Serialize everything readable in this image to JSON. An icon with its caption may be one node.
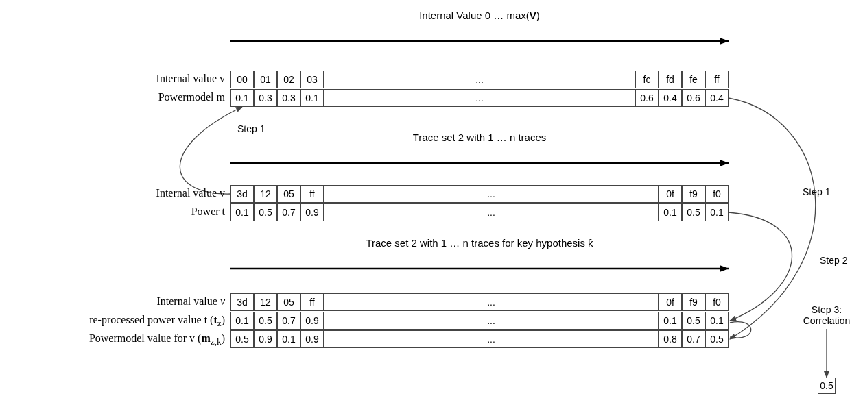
{
  "diagram": {
    "nodes": [
      {
        "text": [
          "00"
        ]
      },
      {
        "text": [
          "01"
        ]
      },
      {
        "text": [
          "02"
        ]
      },
      {
        "text": [
          "03"
        ]
      },
      {
        "text": [
          "..."
        ]
      },
      {
        "text": [
          "fc"
        ]
      },
      {
        "text": [
          "fd"
        ]
      },
      {
        "text": [
          "fe"
        ]
      },
      {
        "text": [
          "ff"
        ]
      },
      {
        "text": [
          "0.1"
        ]
      },
      {
        "text": [
          "0.3"
        ]
      },
      {
        "text": [
          "0.3"
        ]
      },
      {
        "text": [
          "0.1"
        ]
      },
      {
        "text": [
          "..."
        ]
      },
      {
        "text": [
          "0.6"
        ]
      },
      {
        "text": [
          "0.4"
        ]
      },
      {
        "text": [
          "0.6"
        ]
      },
      {
        "text": [
          "0.4"
        ]
      },
      {
        "text": [
          "3d"
        ]
      },
      {
        "text": [
          "12"
        ]
      },
      {
        "text": [
          "05"
        ]
      },
      {
        "text": [
          "ff"
        ]
      },
      {
        "text": [
          "..."
        ]
      },
      {
        "text": [
          "0f"
        ]
      },
      {
        "text": [
          "f9"
        ]
      },
      {
        "text": [
          "f0"
        ]
      },
      {
        "text": [
          "0.1"
        ]
      },
      {
        "text": [
          "0.5"
        ]
      },
      {
        "text": [
          "0.7"
        ]
      },
      {
        "text": [
          "0.9"
        ]
      },
      {
        "text": [
          "..."
        ]
      },
      {
        "text": [
          "0.1"
        ]
      },
      {
        "text": [
          "0.5"
        ]
      },
      {
        "text": [
          "0.1"
        ]
      },
      {
        "text": [
          "3d"
        ]
      },
      {
        "text": [
          "12"
        ]
      },
      {
        "text": [
          "05"
        ]
      },
      {
        "text": [
          "ff"
        ]
      },
      {
        "text": [
          "..."
        ]
      },
      {
        "text": [
          "0f"
        ]
      },
      {
        "text": [
          "f9"
        ]
      },
      {
        "text": [
          "f0"
        ]
      },
      {
        "text": [
          "0.1"
        ]
      },
      {
        "text": [
          "0.5"
        ]
      },
      {
        "text": [
          "0.7"
        ]
      },
      {
        "text": [
          "0.9"
        ]
      },
      {
        "text": [
          "..."
        ]
      },
      {
        "text": [
          "0.1"
        ]
      },
      {
        "text": [
          "0.5"
        ]
      },
      {
        "text": [
          "0.1"
        ]
      },
      {
        "text": [
          "0.5"
        ]
      },
      {
        "text": [
          "0.9"
        ]
      },
      {
        "text": [
          "0.1"
        ]
      },
      {
        "text": [
          "0.9"
        ]
      },
      {
        "text": [
          "..."
        ]
      },
      {
        "text": [
          "0.8"
        ]
      },
      {
        "text": [
          "0.7"
        ]
      },
      {
        "text": [
          "0.5"
        ]
      },
      {
        "text": [
          "Step 3: Correlation"
        ]
      },
      {
        "text": [
          "0.5"
        ]
      }
    ],
    "edges": [
      {
        "from": 18,
        "to": 9,
        "arrow": "to",
        "label": "Step 1"
      },
      {
        "from": 17,
        "to": 57,
        "arrow": "to",
        "label": "Step 1"
      },
      {
        "from": 33,
        "to": 49,
        "arrow": "to",
        "label": "Step 2"
      },
      {
        "from": 49,
        "to": 57,
        "arrow": "none"
      },
      {
        "from": 58,
        "to": 59,
        "arrow": "to"
      }
    ],
    "labels": [
      "Internal Value 0 … max(**V**)",
      "Internal value v",
      "Powermodel m",
      "Trace set 2 with 1 … n traces",
      "Internal value v",
      "Power t",
      "Trace set 2 with 1 … n traces for key hypothesis k̂",
      "Internal value *v*",
      "re-processed power value t (**t**$_{z}$)",
      "Powermodel value for v (**m**$_{z,k}$)"
    ]
  }
}
